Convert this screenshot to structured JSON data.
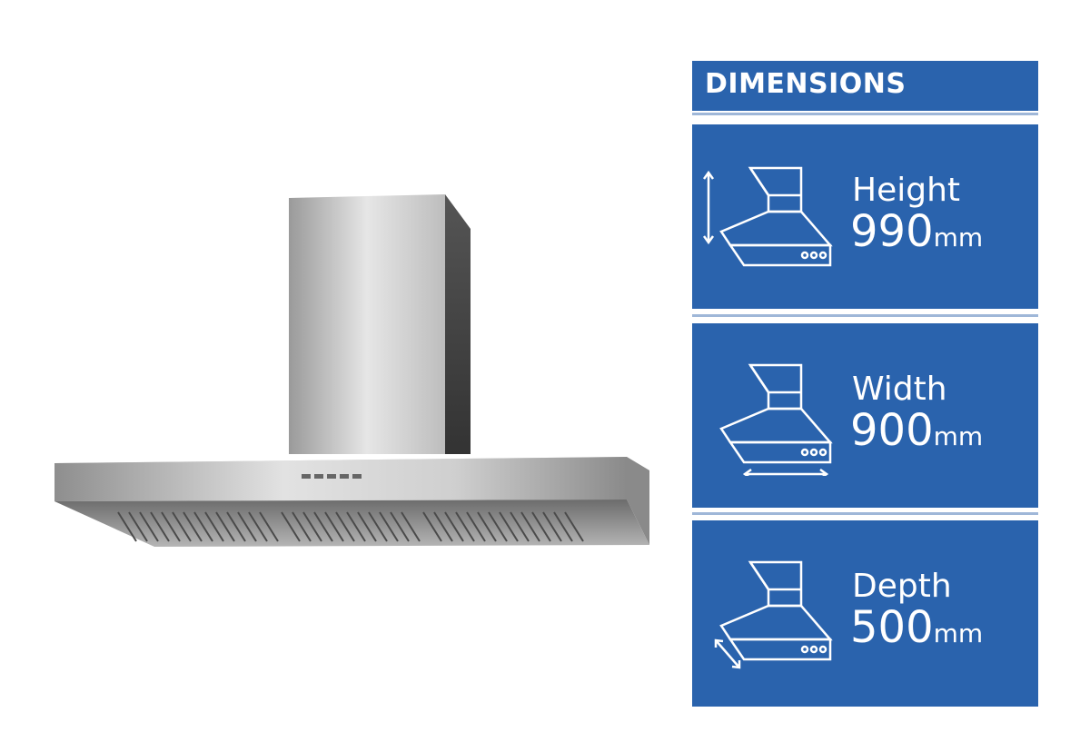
{
  "header": {
    "title": "DIMENSIONS"
  },
  "dimensions": [
    {
      "label": "Height",
      "value": "990",
      "unit": "mm",
      "icon": "range-hood-height-icon"
    },
    {
      "label": "Width",
      "value": "900",
      "unit": "mm",
      "icon": "range-hood-width-icon"
    },
    {
      "label": "Depth",
      "value": "500",
      "unit": "mm",
      "icon": "range-hood-depth-icon"
    }
  ],
  "colors": {
    "panel_blue": "#2a63ad",
    "separator": "#9fb7d8",
    "steel": "#c9c9c9"
  }
}
